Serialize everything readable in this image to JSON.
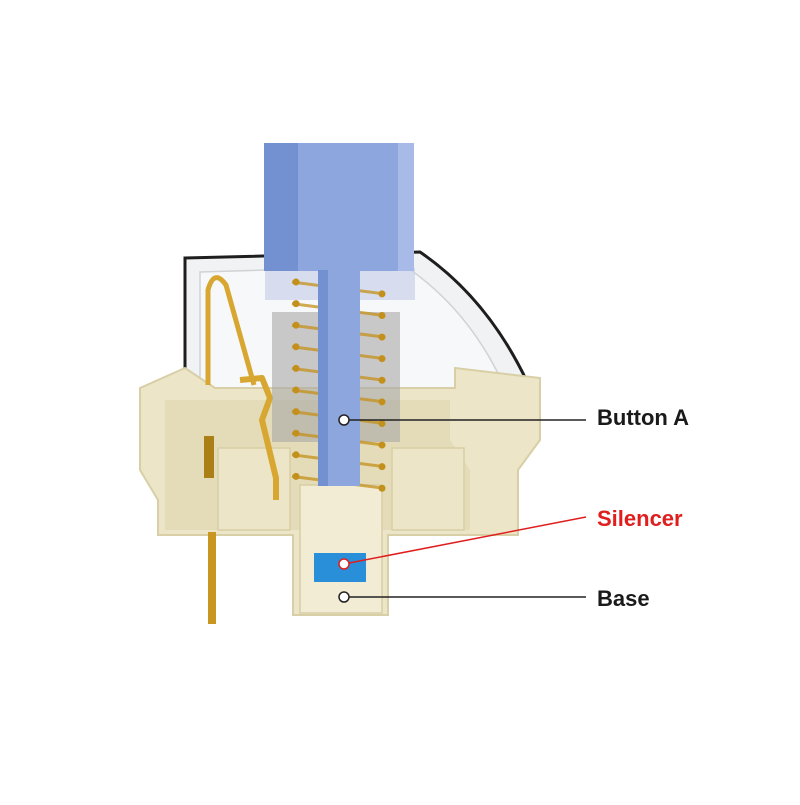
{
  "callouts": {
    "button_a": {
      "label": "Button A",
      "color": "#1a1a1a"
    },
    "silencer": {
      "label": "Silencer",
      "color": "#e01e1e"
    },
    "base": {
      "label": "Base",
      "color": "#1a1a1a"
    }
  },
  "colors": {
    "stem_blue": "#8ea6de",
    "stem_blue_dark": "#7390d0",
    "housing_cream": "#ece5c7",
    "housing_shadow": "#d8cfa6",
    "top_housing_clear": "#f1f2f3",
    "spring_gold": "#c4901c",
    "contact_gold": "#d7a731",
    "silencer_blue": "#2a8fd9",
    "leader_dark": "#222222",
    "leader_red": "#e01e1e"
  }
}
